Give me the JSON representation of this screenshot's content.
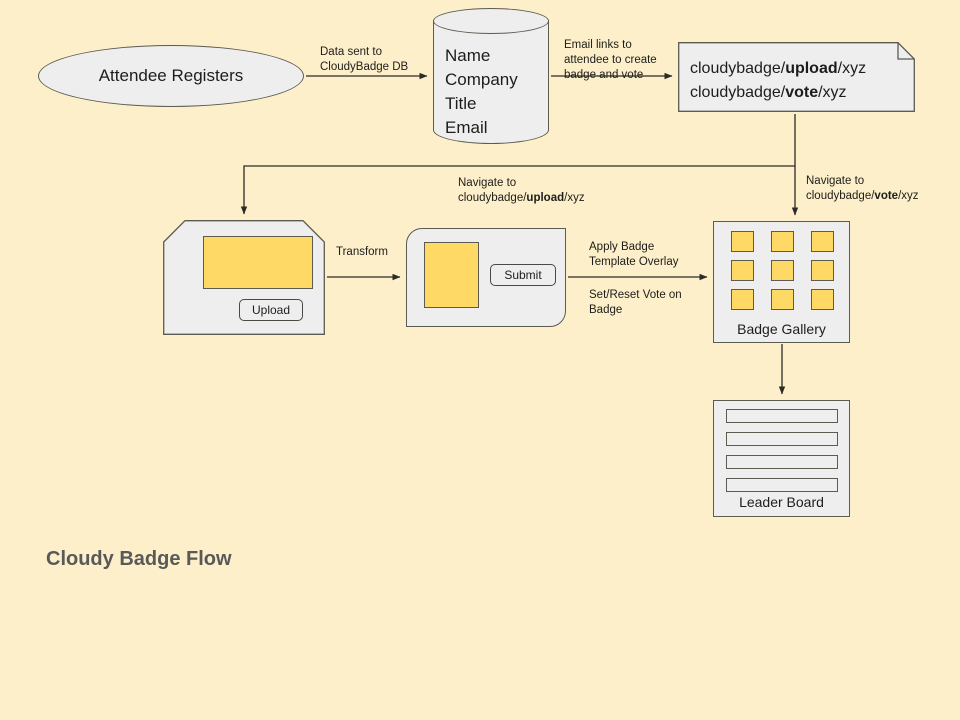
{
  "diagram": {
    "title": "Cloudy Badge Flow",
    "background_color": "#fdefc9",
    "shape_fill": "#eeeeee",
    "accent_fill": "#ffd966",
    "stroke_color": "#5b5b52",
    "title_color": "#595959"
  },
  "nodes": {
    "attendee": {
      "label": "Attendee Registers"
    },
    "database": {
      "fields": [
        "Name",
        "Company",
        "Title",
        "Email"
      ]
    },
    "url_note": {
      "line1": {
        "prefix": "cloudybadge/",
        "bold": "upload",
        "suffix": "/xyz"
      },
      "line2": {
        "prefix": "cloudybadge/",
        "bold": "vote",
        "suffix": "/xyz"
      }
    },
    "upload_card": {
      "button_label": "Upload"
    },
    "submit_card": {
      "button_label": "Submit"
    },
    "badge_gallery": {
      "caption": "Badge Gallery",
      "tile_count": 9
    },
    "leader_board": {
      "caption": "Leader Board",
      "row_count": 4
    }
  },
  "edges": {
    "data_sent": {
      "line1": "Data sent to",
      "line2": "CloudyBadge DB"
    },
    "email_links": {
      "line1": "Email links to",
      "line2": "attendee to create",
      "line3": "badge and vote"
    },
    "navigate_upload": {
      "line1": "Navigate to",
      "prefix": "cloudybadge/",
      "bold": "upload",
      "suffix": "/xyz"
    },
    "navigate_vote": {
      "line1": "Navigate to",
      "prefix": "cloudybadge/",
      "bold": "vote",
      "suffix": "/xyz"
    },
    "transform": {
      "label": "Transform"
    },
    "apply_overlay": {
      "line1": "Apply Badge",
      "line2": "Template Overlay"
    },
    "vote_badge": {
      "line1": "Set/Reset Vote on",
      "line2": "Badge"
    }
  }
}
